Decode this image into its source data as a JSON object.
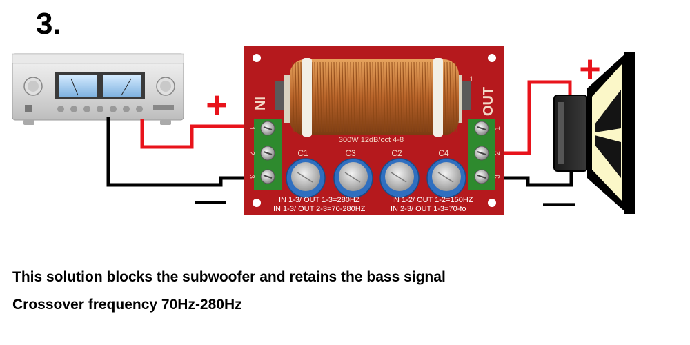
{
  "step_number": "3.",
  "board": {
    "title": "Hi-Fi BASS-A1",
    "spec": "300W  12dB/oct  4-8",
    "in_label": "IN",
    "out_label": "OUT",
    "in_terminal_numbers": [
      "1",
      "2",
      "3"
    ],
    "out_terminal_numbers": [
      "1",
      "2",
      "3"
    ],
    "coil_label": "1",
    "capacitor_labels": [
      "C1",
      "C3",
      "C2",
      "C4"
    ],
    "config_lines": [
      "IN 1-3/ OUT 1-3=280HZ",
      "IN 1-2/ OUT 1-2=150HZ",
      "IN 1-3/ OUT 2-3=70-280HZ",
      "IN 2-3/ OUT 1-3=70-fo"
    ],
    "colors": {
      "pcb": "#b5191d",
      "copper": "#c8742e",
      "terminal": "#2e8a2e",
      "capacitor": "#2f6fc0"
    }
  },
  "polarity": {
    "plus": "+",
    "minus": "—"
  },
  "wires": {
    "positive_color": "#e8131b",
    "negative_color": "#000000"
  },
  "devices": {
    "amplifier_icon": "amplifier-icon",
    "speaker_icon": "speaker-icon"
  },
  "captions": {
    "line1": "This solution blocks the subwoofer and retains the bass signal",
    "line2": "Crossover frequency 70Hz-280Hz"
  }
}
